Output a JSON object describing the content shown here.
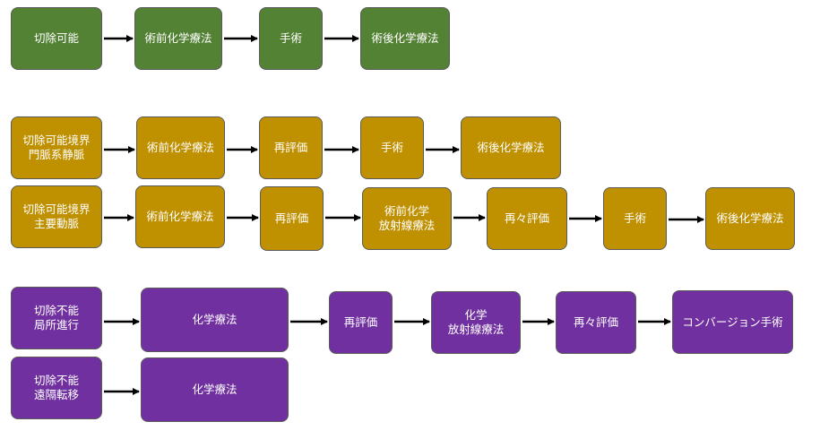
{
  "colors": {
    "green": "#548235",
    "gold": "#bf9000",
    "purple": "#7030a0",
    "arrow": "#000000"
  },
  "rows": [
    {
      "id": "resectable",
      "color": "green",
      "steps": [
        "切除可能",
        "術前化学療法",
        "手術",
        "術後化学療法"
      ]
    },
    {
      "id": "borderline-pv",
      "color": "gold",
      "steps": [
        "切除可能境界\n門脈系静脈",
        "術前化学療法",
        "再評価",
        "手術",
        "術後化学療法"
      ]
    },
    {
      "id": "borderline-a",
      "color": "gold",
      "steps": [
        "切除可能境界\n主要動脈",
        "術前化学療法",
        "再評価",
        "術前化学\n放射線療法",
        "再々評価",
        "手術",
        "術後化学療法"
      ]
    },
    {
      "id": "unresectable-la",
      "color": "purple",
      "steps": [
        "切除不能\n局所進行",
        "化学療法",
        "再評価",
        "化学\n放射線療法",
        "再々評価",
        "コンバージョン手術"
      ]
    },
    {
      "id": "unresectable-m",
      "color": "purple",
      "steps": [
        "切除不能\n遠隔転移",
        "化学療法"
      ]
    }
  ]
}
